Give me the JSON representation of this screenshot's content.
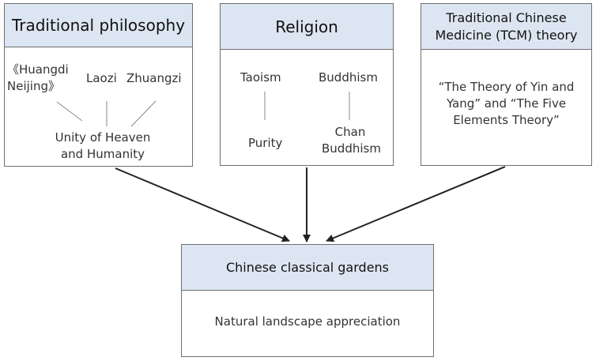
{
  "boxes": {
    "philosophy": {
      "title": "Traditional philosophy",
      "huangdi_line1": "《Huangdi",
      "huangdi_line2": "Neijing》",
      "laozi": "Laozi",
      "zhuangzi": "Zhuangzi",
      "unity_line1": "Unity of Heaven",
      "unity_line2": "and Humanity"
    },
    "religion": {
      "title": "Religion",
      "taoism": "Taoism",
      "buddhism": "Buddhism",
      "purity": "Purity",
      "chan_line1": "Chan",
      "chan_line2": "Buddhism"
    },
    "tcm": {
      "title_line1": "Traditional Chinese",
      "title_line2": "Medicine (TCM) theory",
      "body_line1": "“The Theory of Yin and",
      "body_line2": "Yang” and “The Five",
      "body_line3": "Elements Theory”"
    },
    "gardens": {
      "title": "Chinese classical gardens",
      "body": "Natural landscape appreciation"
    }
  },
  "colors": {
    "header_fill": "#dce6f2",
    "border": "#6f6f6f",
    "arrow": "#222222",
    "connector": "#8a8a8a"
  }
}
